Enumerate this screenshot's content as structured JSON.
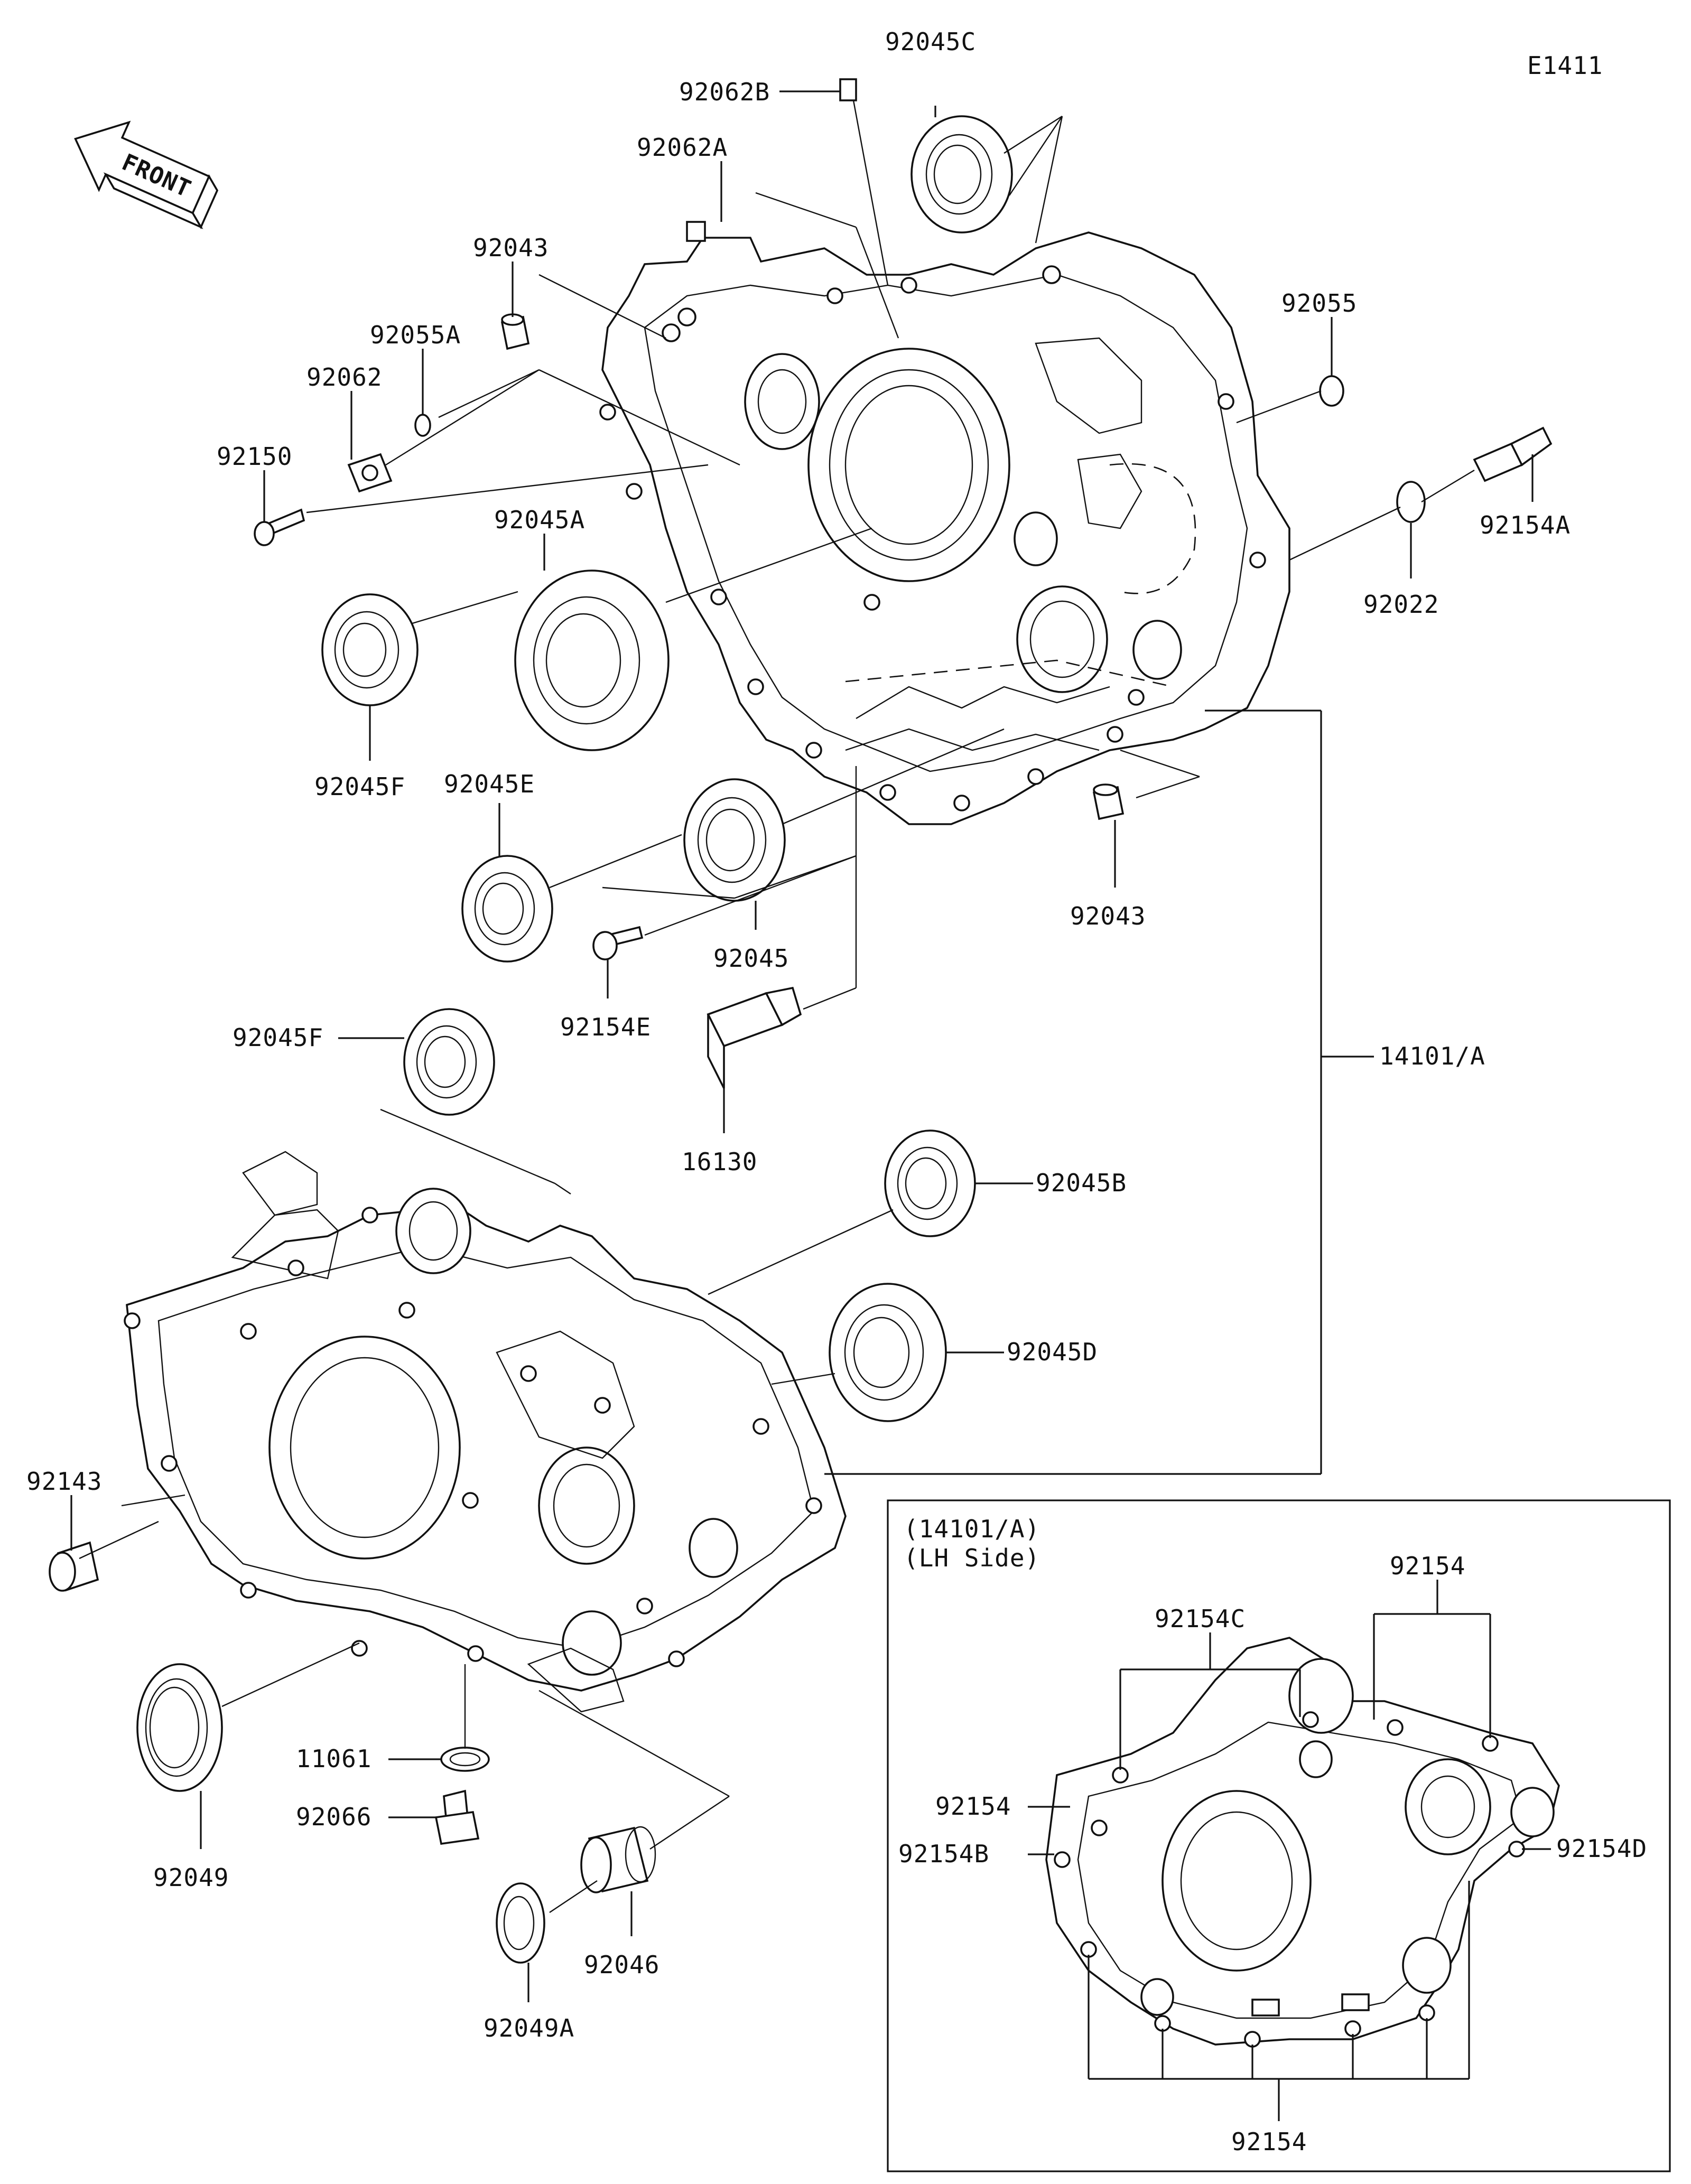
{
  "diagram_code": "E1411",
  "front_label": "FRONT",
  "inset": {
    "title_line1": "(14101/A)",
    "title_line2": "(LH Side)"
  },
  "callouts": {
    "p92045C": "92045C",
    "p92062B": "92062B",
    "p92062A": "92062A",
    "p92043_top": "92043",
    "p92055A": "92055A",
    "p92062": "92062",
    "p92150": "92150",
    "p92055": "92055",
    "p92154A": "92154A",
    "p92022": "92022",
    "p92045A": "92045A",
    "p92045F_top": "92045F",
    "p92045E": "92045E",
    "p92045": "92045",
    "p92043_mid": "92043",
    "p92154E": "92154E",
    "p92045F_mid": "92045F",
    "p16130": "16130",
    "p14101A": "14101/A",
    "p92045B": "92045B",
    "p92045D": "92045D",
    "p92143": "92143",
    "p11061": "11061",
    "p92066": "92066",
    "p92049": "92049",
    "p92046": "92046",
    "p92049A": "92049A",
    "p92154_inset_top": "92154",
    "p92154C": "92154C",
    "p92154_inset_left": "92154",
    "p92154B": "92154B",
    "p92154D": "92154D",
    "p92154_inset_bottom": "92154"
  }
}
